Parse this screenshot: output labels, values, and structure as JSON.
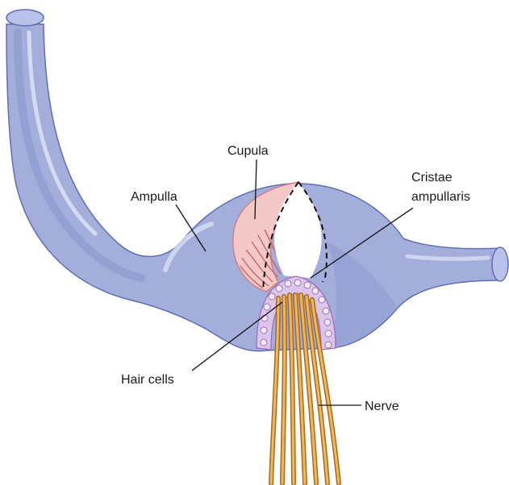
{
  "labels": {
    "cupula": "Cupula",
    "ampulla": "Ampulla",
    "cristae_line1": "Cristae",
    "cristae_line2": "ampullaris",
    "hair_cells": "Hair cells",
    "nerve": "Nerve"
  },
  "colors": {
    "duct_fill": "#a3aedb",
    "duct_stroke": "#5f6db5",
    "duct_shade": "#8894ca",
    "duct_highlight": "#dfe5f7",
    "cupula_fill": "#f3c9c8",
    "cupula_stroke": "#d47f80",
    "hair_strand": "#c8646a",
    "epithelium_fill": "#dcc4ea",
    "epithelium_stroke": "#9a6fb5",
    "nerve_fill": "#e8a84b",
    "nerve_stroke": "#a86a1c",
    "text": "#1a1a1a",
    "leader": "#111111"
  }
}
